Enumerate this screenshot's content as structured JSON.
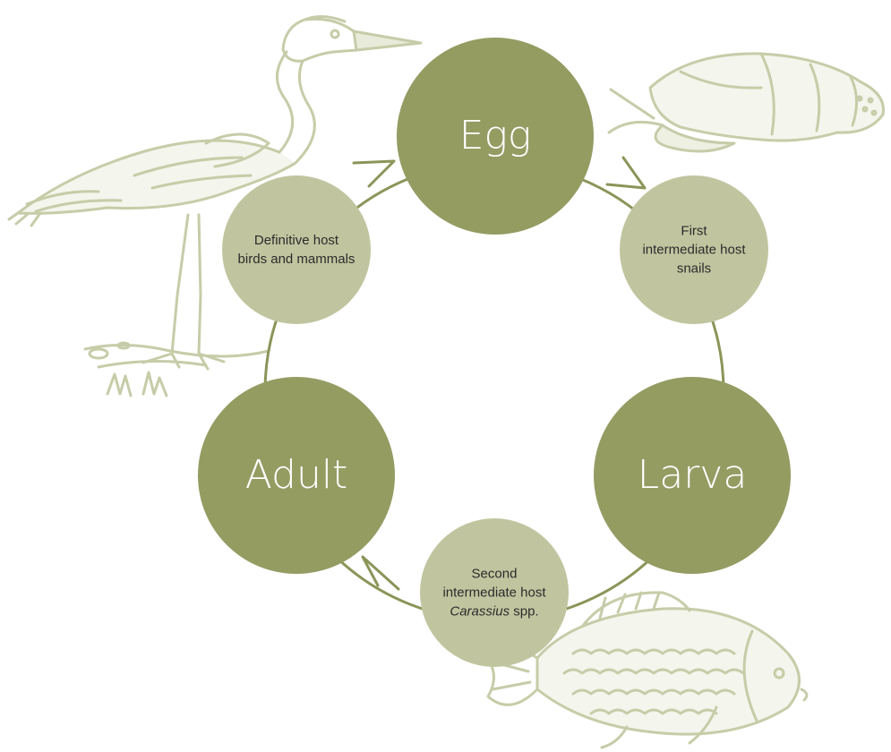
{
  "colors": {
    "stage_fill": "#949C62",
    "host_fill": "#C1C59F",
    "cycle_line": "#8A9558",
    "sketch_line": "#C6CCA8",
    "label_text": "#2B2B2B"
  },
  "stages": {
    "egg": "Egg",
    "larva": "Larva",
    "adult": "Adult"
  },
  "hosts": {
    "first": {
      "line1": "First",
      "line2": "intermediate host",
      "line3": "snails"
    },
    "second": {
      "line1": "Second",
      "line2": "intermediate host",
      "line3_italic": "Carassius",
      "line3_rest": " spp."
    },
    "definitive": {
      "line1": "Definitive host",
      "line2": "birds and mammals"
    }
  },
  "icons": [
    "heron-sketch",
    "snail-sketch",
    "fish-sketch",
    "cycle-arrow"
  ]
}
